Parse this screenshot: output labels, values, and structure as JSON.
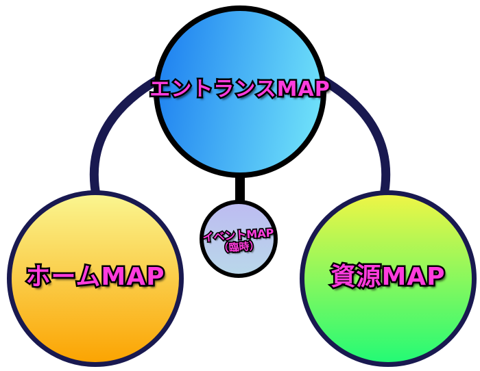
{
  "background": "#ffffff",
  "text_color": "#ff3cdd",
  "nodes": {
    "entrance": {
      "label": "エントランスMAP",
      "fill_start": "#1b7df0",
      "fill_end": "#74e7fa",
      "border_color": "#000000"
    },
    "event": {
      "label_line1": "イベントMAP",
      "label_line2": "（臨時）",
      "fill_start": "#bdbcf1",
      "fill_end": "#b9d7ea",
      "border_color": "#000000"
    },
    "home": {
      "label": "ホームMAP",
      "fill_start": "#faf58f",
      "fill_end": "#fba402",
      "border_color": "#191950"
    },
    "resource": {
      "label": "資源MAP",
      "fill_start": "#eef546",
      "fill_end": "#24fa75",
      "border_color": "#191950"
    }
  },
  "connectors": {
    "entrance_home_color": "#191950",
    "entrance_resource_color": "#191950",
    "entrance_event_color": "#000000"
  }
}
